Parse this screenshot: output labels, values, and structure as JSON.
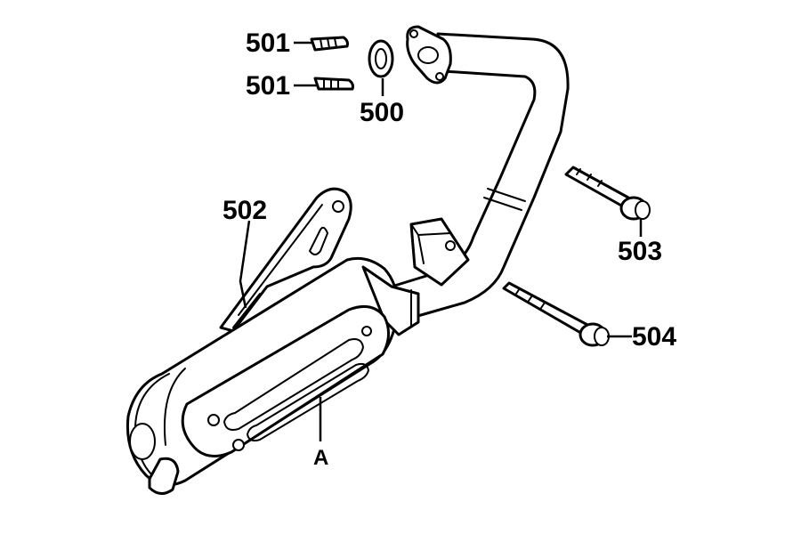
{
  "labels": {
    "washer": "500",
    "stud_upper": "501",
    "stud_lower": "501",
    "bracket": "502",
    "bolt_short": "503",
    "bolt_long": "504",
    "heat_shield": "A"
  }
}
